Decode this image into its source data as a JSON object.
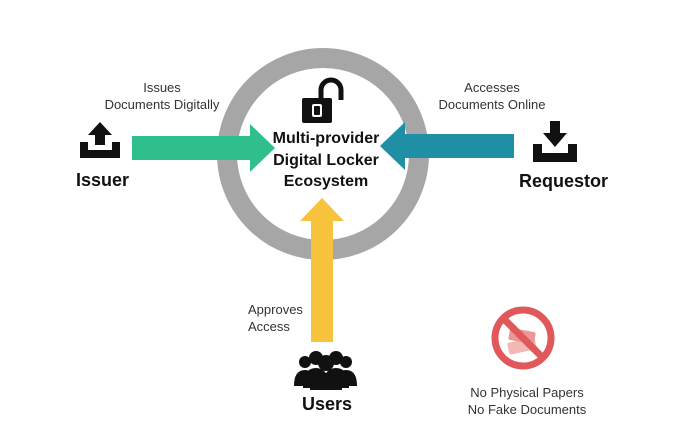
{
  "center": {
    "line1": "Multi-provider",
    "line2": "Digital Locker",
    "line3": "Ecosystem"
  },
  "issuer": {
    "label": "Issuer",
    "action_line1": "Issues",
    "action_line2": "Documents Digitally"
  },
  "requestor": {
    "label": "Requestor",
    "action_line1": "Accesses",
    "action_line2": "Documents Online"
  },
  "users": {
    "label": "Users",
    "action_line1": "Approves",
    "action_line2": "Access"
  },
  "no_paper": {
    "line1": "No Physical Papers",
    "line2": "No Fake Documents"
  },
  "colors": {
    "ring": "#a6a6a6",
    "issuer_arrow": "#2fbf8c",
    "requestor_arrow": "#1f8fa6",
    "users_arrow": "#f7c23c",
    "prohibit": "#e0585a",
    "icon": "#111111"
  },
  "icons": {
    "lock": "unlock-icon",
    "upload": "upload-tray-icon",
    "download": "download-tray-icon",
    "group": "user-group-icon",
    "no_paper": "no-paper-icon"
  }
}
